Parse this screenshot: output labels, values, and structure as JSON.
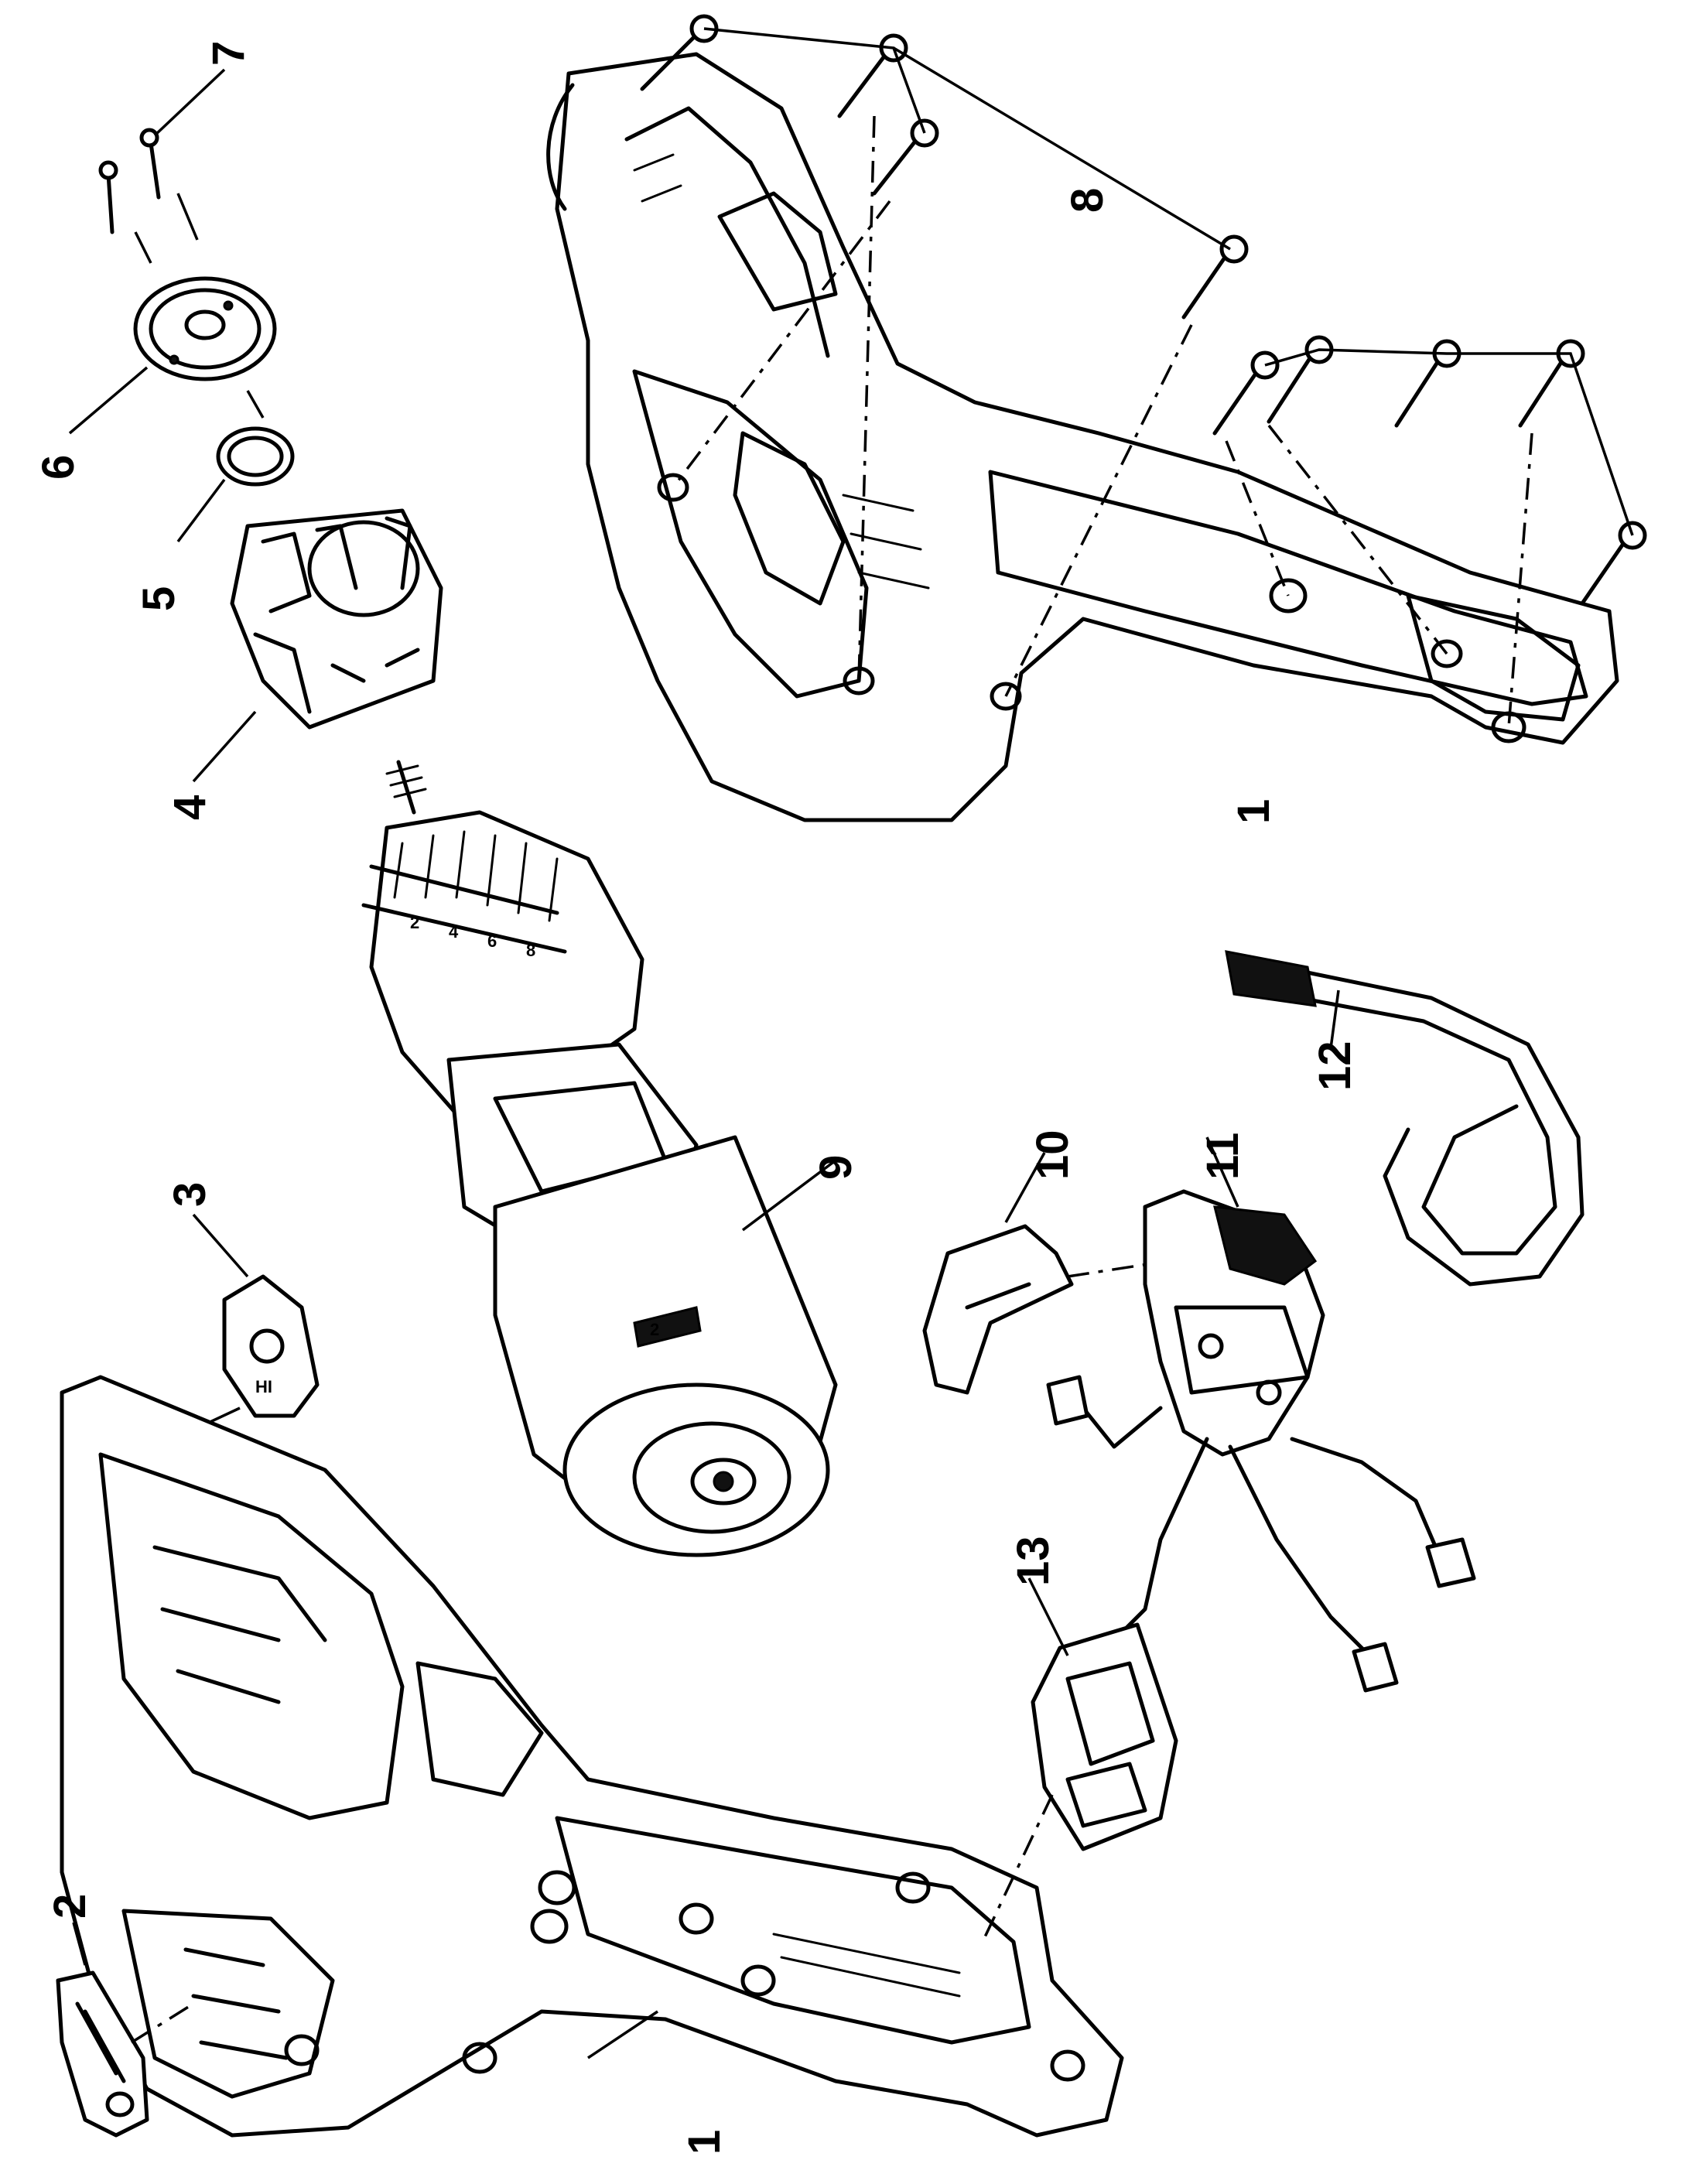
{
  "labels": {
    "l1a": "1",
    "l1b": "1",
    "l2": "2",
    "l3": "3",
    "l4": "4",
    "l5": "5",
    "l6": "6",
    "l7": "7",
    "l8": "8",
    "l9": "9",
    "l10": "10",
    "l11": "11",
    "l12": "12",
    "l13": "13"
  },
  "markings": {
    "switch_text": "HI",
    "scale": [
      "2",
      "4",
      "6",
      "8"
    ]
  }
}
